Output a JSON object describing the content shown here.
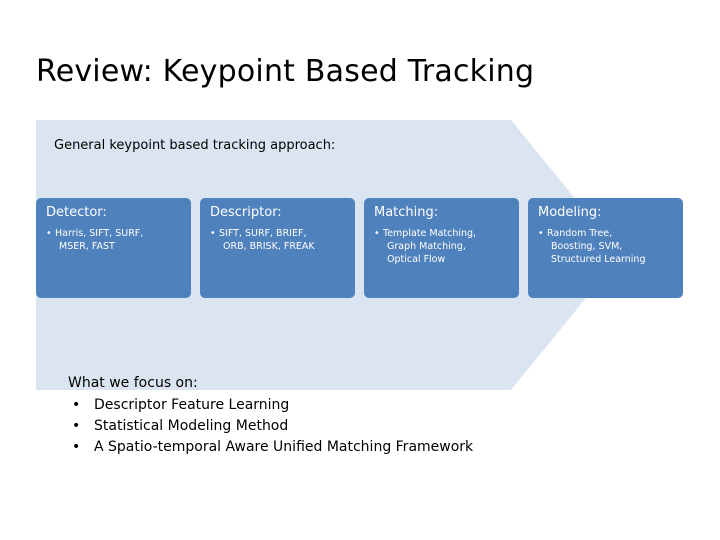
{
  "slide": {
    "title": "Review: Keypoint Based Tracking",
    "subtitle": "General keypoint based tracking approach:",
    "accent_color": "#4f81bd",
    "arrow_color": "#dbe5f1",
    "background_color": "#ffffff"
  },
  "pipeline": {
    "boxes": [
      {
        "header": "Detector:",
        "lines": [
          "Harris, SIFT, SURF,",
          "MSER, FAST"
        ]
      },
      {
        "header": "Descriptor:",
        "lines": [
          "SIFT, SURF, BRIEF,",
          "ORB, BRISK, FREAK"
        ]
      },
      {
        "header": "Matching:",
        "lines": [
          "Template Matching,",
          "Graph Matching,",
          "Optical Flow"
        ]
      },
      {
        "header": "Modeling:",
        "lines": [
          "Random Tree,",
          "Boosting, SVM,",
          "Structured Learning"
        ]
      }
    ],
    "bullet_glyph": "•"
  },
  "focus": {
    "heading": "What we focus on:",
    "bullet_glyph": "•",
    "items": [
      "Descriptor Feature Learning",
      "Statistical Modeling Method",
      "A Spatio-temporal Aware Unified Matching Framework"
    ]
  }
}
